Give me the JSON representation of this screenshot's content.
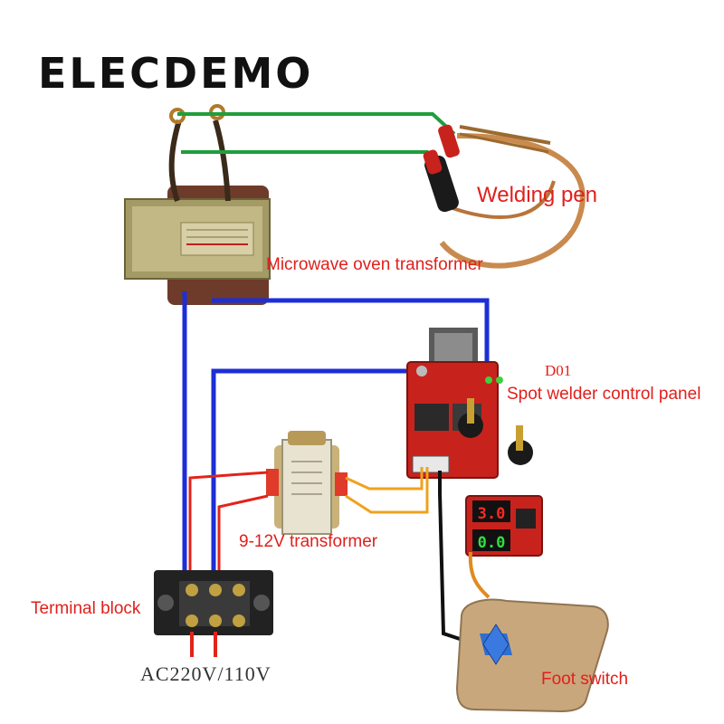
{
  "brand": "ELECDEMO",
  "labels": {
    "welding_pen": "Welding pen",
    "microwave_transformer": "Microwave oven transformer",
    "module_code": "D01",
    "control_panel": "Spot welder control panel",
    "small_transformer": "9-12V transformer",
    "terminal_block": "Terminal block",
    "mains": "AC220V/110V",
    "foot_switch": "Foot switch"
  },
  "display": {
    "top_digits": "3.0",
    "bottom_digits": "0.0"
  },
  "colors": {
    "label_red": "#e0201c",
    "wire_green": "#1f9e3c",
    "wire_blue": "#1c2fd6",
    "wire_red": "#e2231a",
    "wire_yellow": "#f0a21c",
    "wire_black": "#111111",
    "pcb_red": "#c8221d"
  }
}
